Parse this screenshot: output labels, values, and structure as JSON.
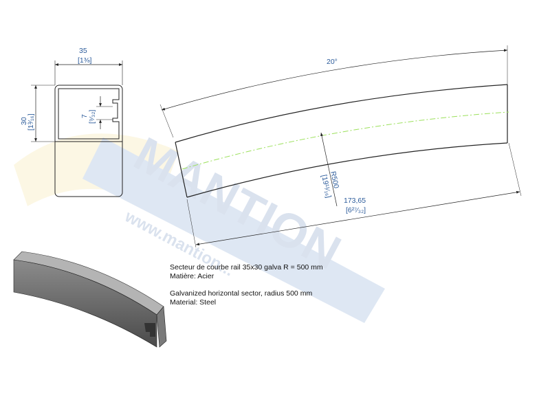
{
  "watermark": {
    "brand": "MANTION",
    "url": "www.mantion..."
  },
  "section_view": {
    "width_dim": "35",
    "width_dim_in": "[1⅜]",
    "height_dim": "30",
    "height_dim_in": "[1³⁄₁₆]",
    "slot_dim": "7",
    "slot_dim_in": "[⁹⁄₃₂]"
  },
  "top_view": {
    "angle_dim": "20°",
    "radius_dim": "R500",
    "radius_dim_in": "[19¹¹⁄₁₆]",
    "chord_dim": "173,65",
    "chord_dim_in": "[6²⁷⁄₃₂]",
    "centerline_color": "#9be05a"
  },
  "description": {
    "fr_title": "Secteur de courbe rail 35x30 galva R = 500 mm",
    "fr_material": "Matière: Acier",
    "en_title": "Galvanized horizontal sector, radius 500 mm",
    "en_material": "Material: Steel"
  }
}
